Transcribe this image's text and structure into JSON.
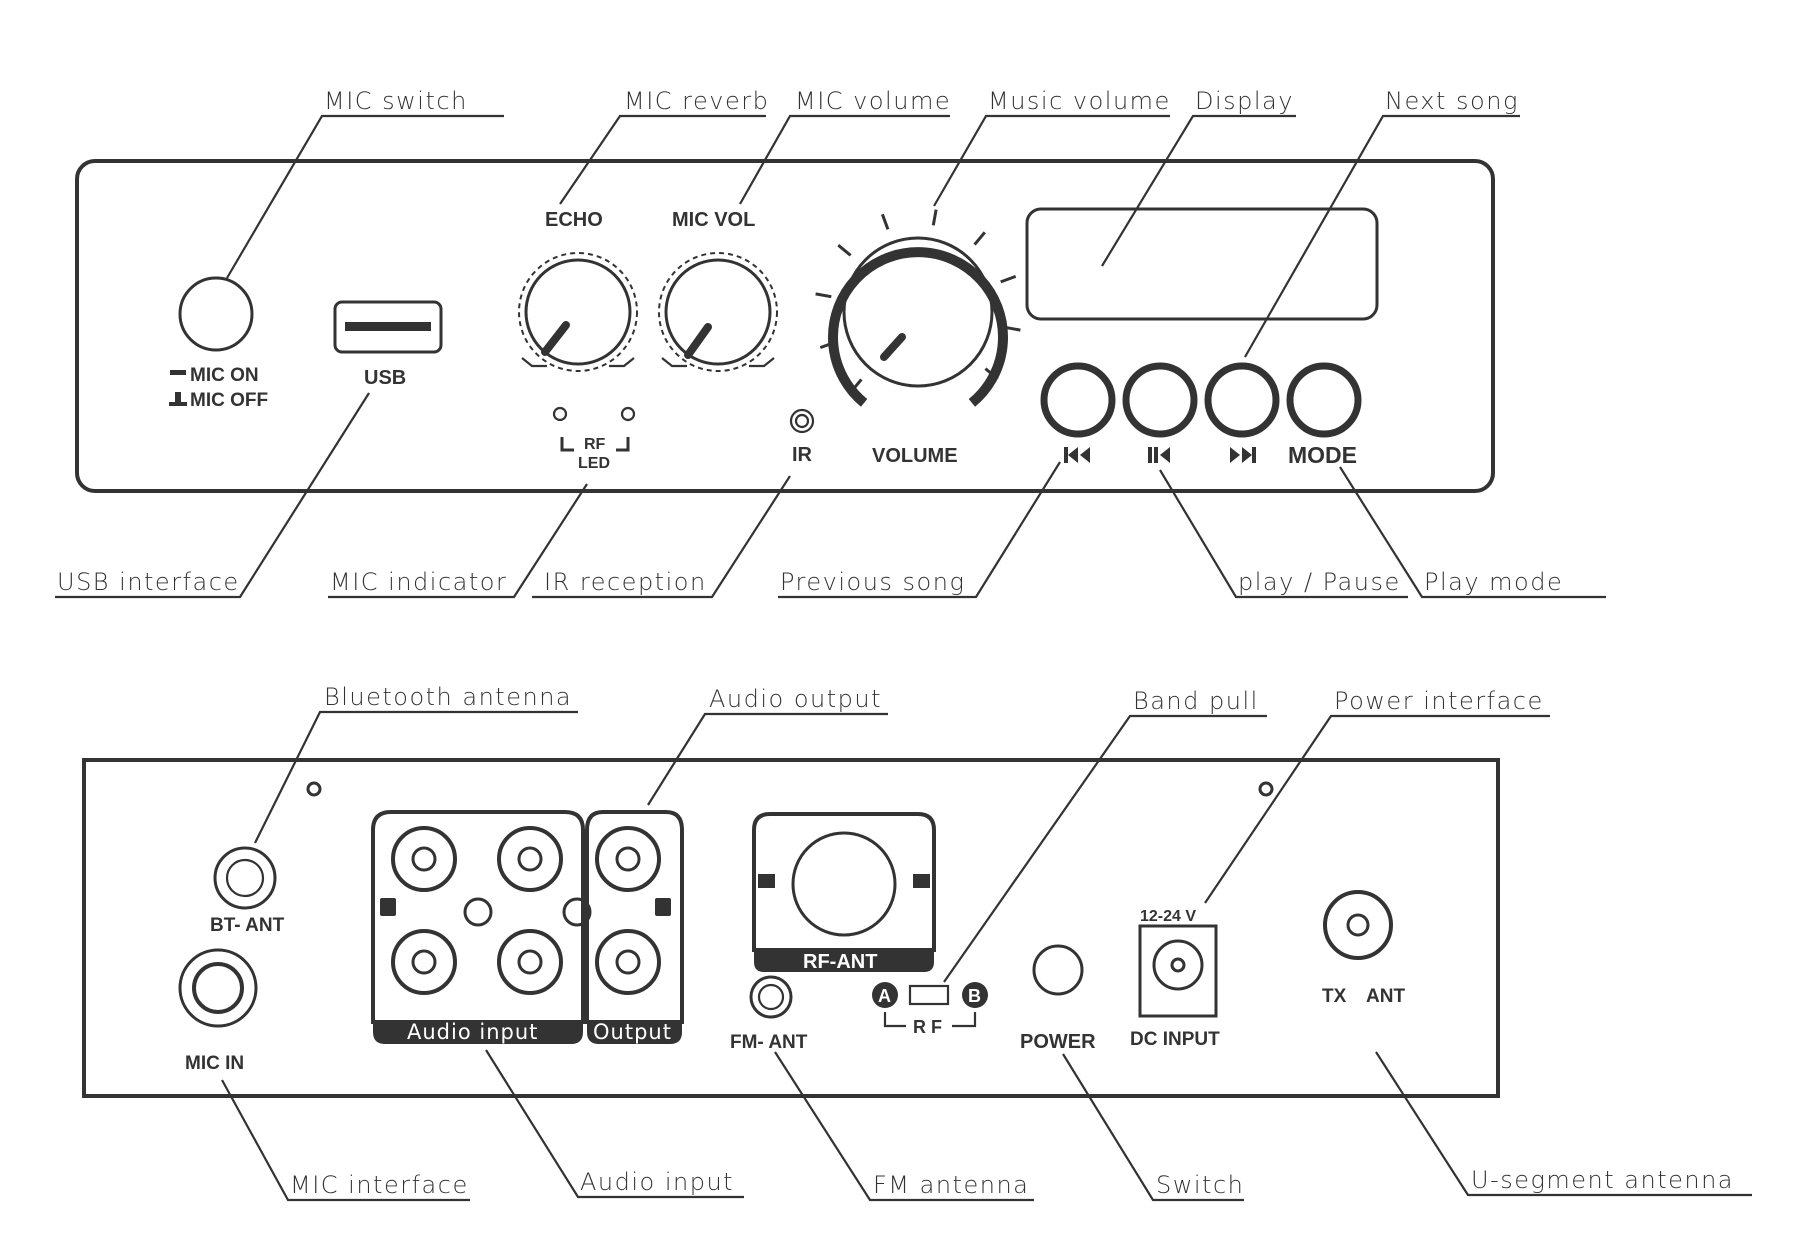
{
  "front_callouts": {
    "mic_switch": "MIC switch",
    "mic_reverb": "MIC reverb",
    "mic_volume": "MIC volume",
    "music_volume": "Music volume",
    "display": "Display",
    "next_song": "Next song",
    "usb_interface": "USB interface",
    "mic_indicator": "MIC indicator",
    "ir_reception": "IR reception",
    "previous_song": "Previous song",
    "play_pause": "play / Pause",
    "play_mode": "Play mode"
  },
  "front_panel": {
    "mic_on": "MIC ON",
    "mic_off": "MIC OFF",
    "usb": "USB",
    "echo": "ECHO",
    "mic_vol": "MIC VOL",
    "volume": "VOLUME",
    "rf": "RF",
    "led": "LED",
    "ir": "IR",
    "mode": "MODE"
  },
  "back_callouts": {
    "bluetooth_antenna": "Bluetooth antenna",
    "audio_output": "Audio output",
    "band_pull": "Band pull",
    "power_interface": "Power interface",
    "mic_interface": "MIC interface",
    "audio_input": "Audio input",
    "fm_antenna": "FM antenna",
    "switch": "Switch",
    "u_segment_antenna": "U-segment antenna"
  },
  "back_panel": {
    "bt_ant": "BT- ANT",
    "mic_in": "MIC IN",
    "audio_input": "Audio input",
    "output": "Output",
    "rf_ant": "RF-ANT",
    "fm_ant": "FM- ANT",
    "band_a": "A",
    "band_b": "B",
    "rf": "R F",
    "power": "POWER",
    "voltage": "12-24 V",
    "dc_input": "DC INPUT",
    "tx": "TX",
    "ant": "ANT"
  }
}
